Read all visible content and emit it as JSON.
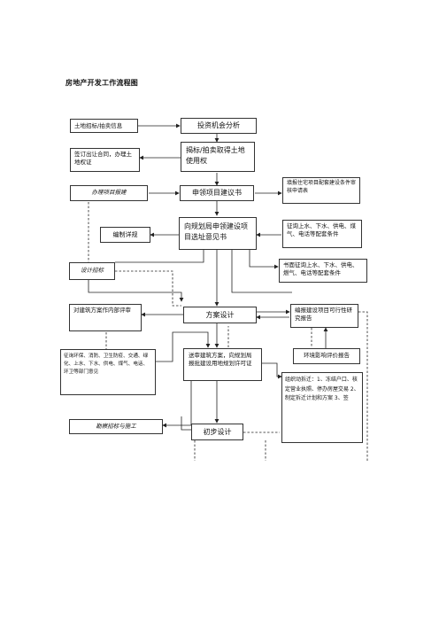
{
  "title": "房地产开发工作流程图",
  "boxes": {
    "land_info": "土地招标/拍卖信息",
    "investment_analysis": "投资机会分析",
    "sign_contract": "签订出让合同，办理土地权证",
    "bid_acquire": "揭标/拍卖取得土地使用权",
    "project_approval": "办理项目报建",
    "apply_proposal": "申领项目建议书",
    "report_app": "填报住宅项目配套建设条件审核申请表",
    "planning_detail": "编制详规",
    "planning_opinion": "向规划局申领建设项目选址意见书",
    "utilities": "征询上水、下水、供电、煤气、电话等配套条件",
    "design_bid": "设计招标",
    "inquiry": "书面征询上水、下水、供电、燃气、电话等配套条件",
    "internal_review": "对建筑方案作内部评审",
    "scheme_design": "方案设计",
    "feasibility": "编报建设项目可行性研究报告",
    "opinions": "征询环保、消防、卫生防疫、交通、绿化、上水、下水、供电、煤气、电话、环卫等部门意见",
    "submit_approval": "送审建筑方案，向规划局报批建设用地规划许可证",
    "env_impact": "环境影响评价报告",
    "relocation": "组织动拆迁：1、冻结户口、核定营业执照、停办房屋交易 2、制定拆迁计划和方案 3、签",
    "survey_bid": "勘察招标与施工",
    "preliminary_design": "初步设计"
  }
}
